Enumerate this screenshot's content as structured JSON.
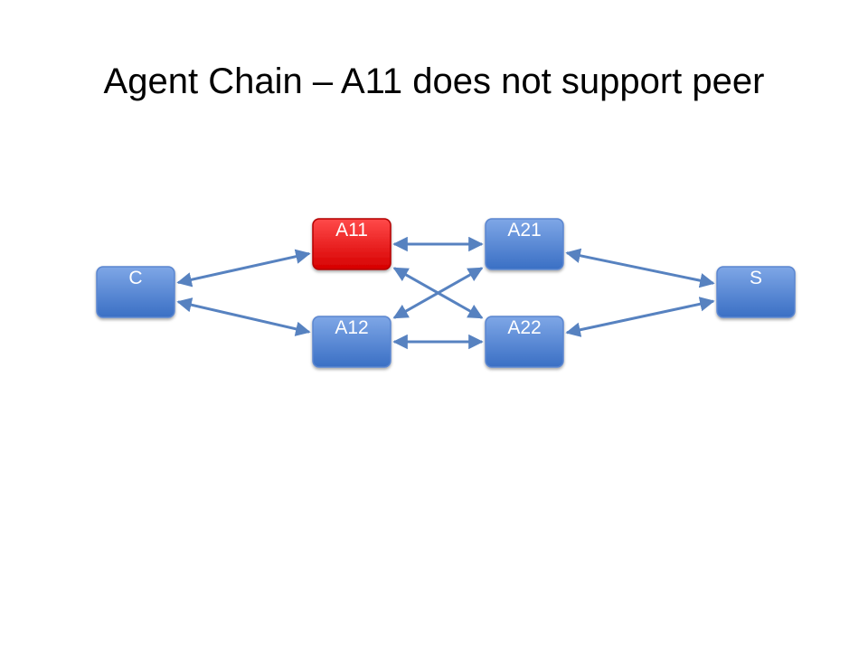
{
  "slide": {
    "title": "Agent Chain – A11 does not support peer"
  },
  "diagram": {
    "nodes": [
      {
        "id": "C",
        "label": "C",
        "color": "blue"
      },
      {
        "id": "A11",
        "label": "A11",
        "color": "red"
      },
      {
        "id": "A12",
        "label": "A12",
        "color": "blue"
      },
      {
        "id": "A21",
        "label": "A21",
        "color": "blue"
      },
      {
        "id": "A22",
        "label": "A22",
        "color": "blue"
      },
      {
        "id": "S",
        "label": "S",
        "color": "blue"
      }
    ],
    "edges": [
      {
        "from": "C",
        "to": "A11",
        "bidirectional": true
      },
      {
        "from": "C",
        "to": "A12",
        "bidirectional": true
      },
      {
        "from": "A11",
        "to": "A21",
        "bidirectional": true
      },
      {
        "from": "A11",
        "to": "A22",
        "bidirectional": true
      },
      {
        "from": "A12",
        "to": "A21",
        "bidirectional": true
      },
      {
        "from": "A12",
        "to": "A22",
        "bidirectional": true
      },
      {
        "from": "A21",
        "to": "S",
        "bidirectional": true
      },
      {
        "from": "A22",
        "to": "S",
        "bidirectional": true
      }
    ],
    "colors": {
      "node_blue_top": "#7ea6e6",
      "node_blue_bottom": "#3a6fc4",
      "node_blue_border": "#5b86cf",
      "node_red_top": "#ff3b3b",
      "node_red_bottom": "#d90000",
      "node_red_border": "#b30000",
      "edge": "#5782c0"
    }
  }
}
